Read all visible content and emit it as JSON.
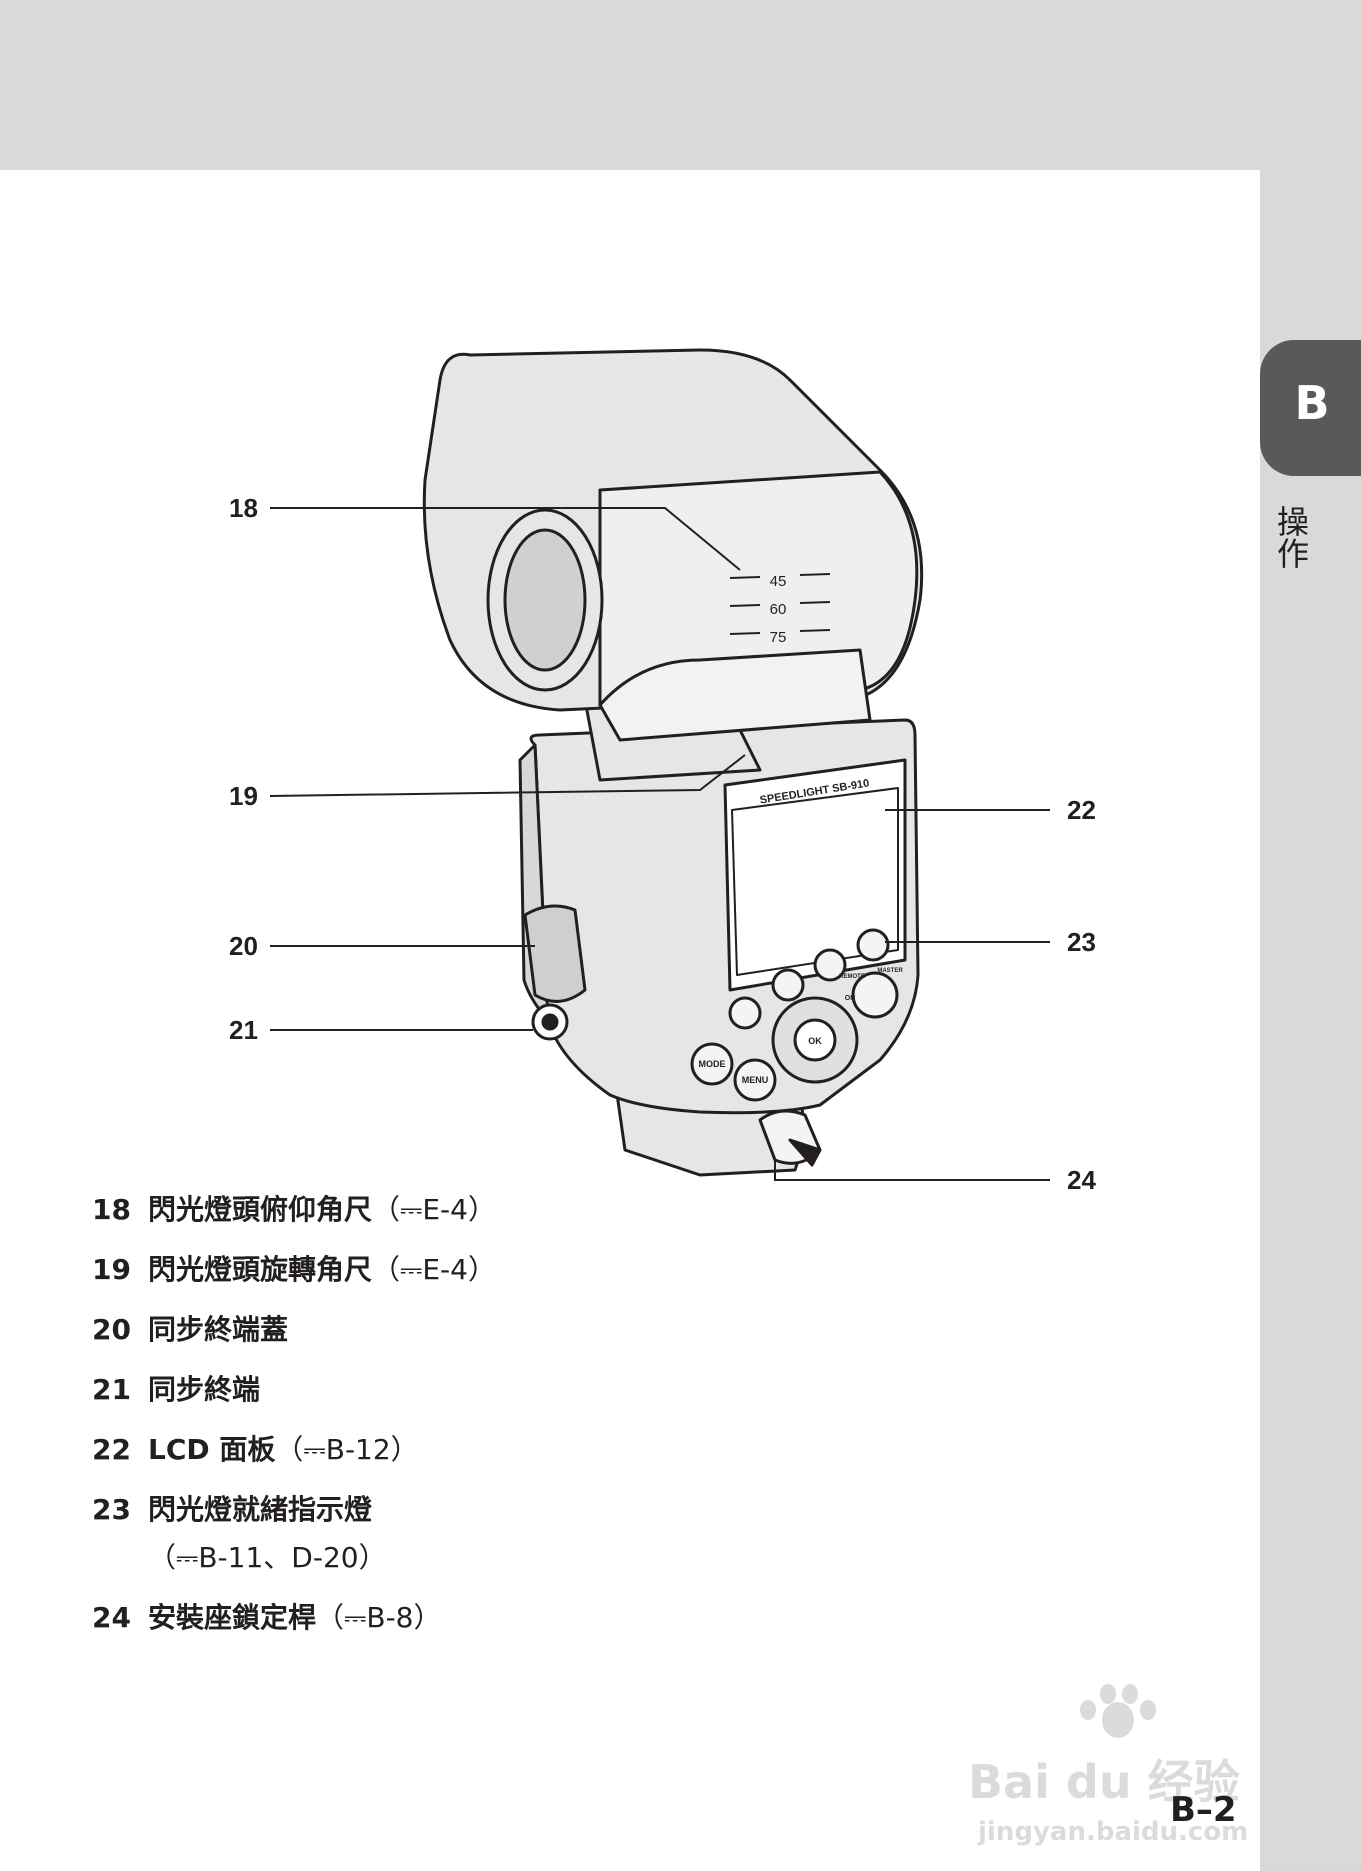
{
  "side_tab": {
    "letter": "B",
    "label": "操作"
  },
  "callouts": [
    "18",
    "19",
    "20",
    "21",
    "22",
    "23",
    "24"
  ],
  "device_markings": {
    "scale_45": "45",
    "scale_60": "60",
    "scale_75": "75",
    "brand_strip": "SPEEDLIGHT SB-910",
    "button_mode": "MODE",
    "button_menu": "MENU",
    "button_ok": "OK",
    "label_on": "ON",
    "label_remote": "REMOTE",
    "label_master": "MASTER"
  },
  "legend": [
    {
      "num": "18",
      "text": "閃光燈頭俯仰角尺",
      "ref": "（⎓E-4）"
    },
    {
      "num": "19",
      "text": "閃光燈頭旋轉角尺",
      "ref": "（⎓E-4）"
    },
    {
      "num": "20",
      "text": "同步終端蓋",
      "ref": ""
    },
    {
      "num": "21",
      "text": "同步終端",
      "ref": ""
    },
    {
      "num": "22",
      "text": "LCD 面板",
      "ref": "（⎓B-12）"
    },
    {
      "num": "23",
      "text": "閃光燈就緒指示燈",
      "ref": "",
      "sub": "（⎓B-11、D-20）"
    },
    {
      "num": "24",
      "text": "安裝座鎖定桿",
      "ref": "（⎓B-8）"
    }
  ],
  "page_number": "B–2",
  "watermark": {
    "brand": "Bai du 经验",
    "url": "jingyan.baidu.com"
  }
}
